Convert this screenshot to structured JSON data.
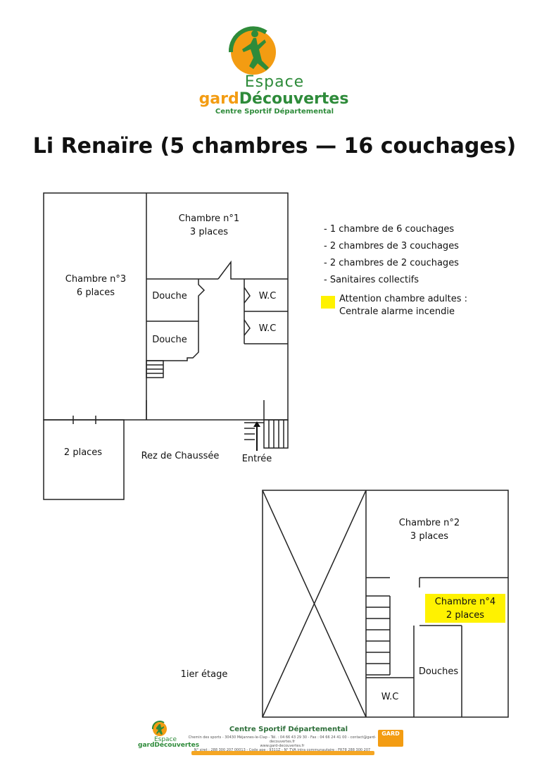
{
  "logo": {
    "line1": "Espace",
    "line2_a": "gard",
    "line2_b": "Découvertes",
    "line3": "Centre Sportif Départemental"
  },
  "title": "Li Renaïre (5 chambres — 16 couchages)",
  "ground_floor": {
    "label": "Rez de Chaussée",
    "entrance": "Entrée",
    "rooms": {
      "ch1_name": "Chambre n°1",
      "ch1_places": "3 places",
      "ch3_name": "Chambre n°3",
      "ch3_places": "6 places",
      "douche1": "Douche",
      "douche2": "Douche",
      "wc1": "W.C",
      "wc2": "W.C",
      "small_places": "2 places"
    }
  },
  "first_floor": {
    "label": "1ier étage",
    "rooms": {
      "ch2_name": "Chambre n°2",
      "ch2_places": "3 places",
      "ch4_name": "Chambre n°4",
      "ch4_places": "2 places",
      "douches": "Douches",
      "wc": "W.C"
    }
  },
  "legend": {
    "items": [
      "- 1 chambre de 6 couchages",
      "- 2 chambres de 3 couchages",
      "- 2 chambres de 2 couchages",
      "- Sanitaires collectifs"
    ],
    "attention_line1": "Attention chambre adultes :",
    "attention_line2": "Centrale alarme incendie",
    "highlight_color": "#fff200"
  },
  "footer": {
    "logo_line1": "Espace",
    "logo_line2": "gardDécouvertes",
    "name": "Centre Sportif Départemental",
    "address_line1": "Chemin des sports - 30430 Méjannes-le-Clap - Tél. : 04 66 43 29 30 - Fax : 04 66 24 41 00 - contact@gard-decouvertes.fr",
    "address_line2": "www.gard-decouvertes.fr",
    "address_line3": "N° siret : 288 300 207 00013 - Code ape : 9311Z - N° TVA intra communautaire : FR78 288 300 207",
    "badge": "GARD"
  },
  "colors": {
    "logo_green": "#2e8b3a",
    "logo_orange": "#f39c12",
    "highlight_yellow": "#fff200",
    "footer_band": "#f5a623"
  }
}
